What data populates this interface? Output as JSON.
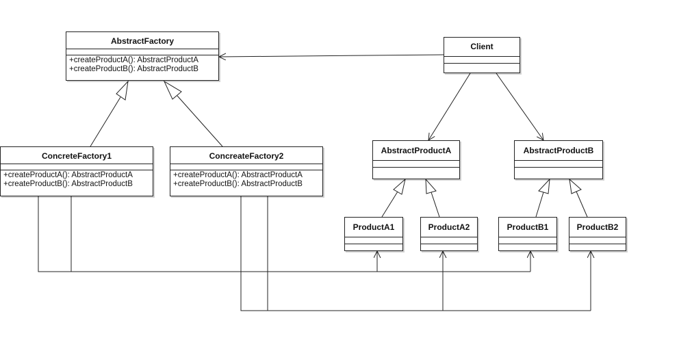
{
  "classes": {
    "abstract_factory": {
      "name": "AbstractFactory",
      "ops": [
        "+createProductA(): AbstractProductA",
        "+createProductB(): AbstractProductB"
      ]
    },
    "concrete_factory1": {
      "name": "ConcreteFactory1",
      "ops": [
        "+createProductA(): AbstractProductA",
        "+createProductB(): AbstractProductB"
      ]
    },
    "concreate_factory2": {
      "name": "ConcreateFactory2",
      "ops": [
        "+createProductA(): AbstractProductA",
        "+createProductB(): AbstractProductB"
      ]
    },
    "client": {
      "name": "Client"
    },
    "abstract_product_a": {
      "name": "AbstractProductA"
    },
    "abstract_product_b": {
      "name": "AbstractProductB"
    },
    "product_a1": {
      "name": "ProductA1"
    },
    "product_a2": {
      "name": "ProductA2"
    },
    "product_b1": {
      "name": "ProductB1"
    },
    "product_b2": {
      "name": "ProductB2"
    }
  },
  "colors": {
    "line": "#222222",
    "box_fill": "#ffffff"
  }
}
